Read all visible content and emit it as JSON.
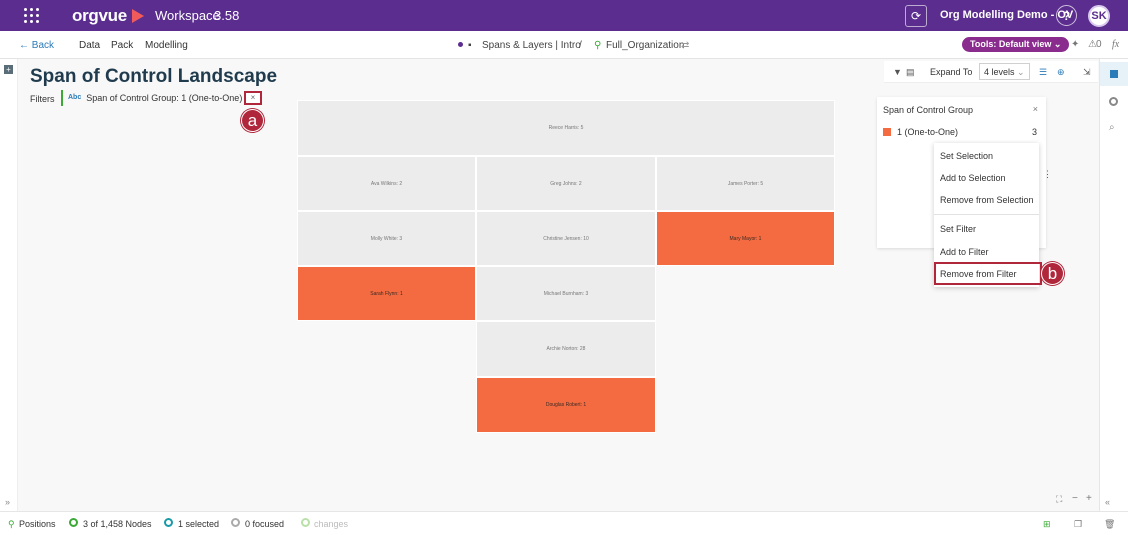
{
  "app": {
    "brand": "orgvue",
    "workspace_label": "Workspace",
    "version": "3.58",
    "model_name": "Org Modelling Demo - OV",
    "help": "?",
    "user_initials": "SK"
  },
  "nav": {
    "back": "Back",
    "items": [
      "Data",
      "Pack",
      "Modelling"
    ],
    "breadcrumb_view": "Spans & Layers | Intro",
    "breadcrumb_sep": "/",
    "breadcrumb_dataset": "Full_Organization",
    "tools_button": "Tools: Default view",
    "pin_count": "0",
    "fx": "fx"
  },
  "page": {
    "title": "Span of Control Landscape",
    "filters_label": "Filters",
    "filter_type": "Abc",
    "filter_chip": "Span of Control Group: 1 (One-to-One)",
    "chip_close": "×",
    "marker_a": "a",
    "marker_b": "b"
  },
  "tiles": [
    "Reece Harris: 5",
    "Ava Wilkins: 2",
    "Greg Johns: 2",
    "James Porter: 5",
    "Molly White: 3",
    "Christine Jensen: 10",
    "Mary Mayor: 1",
    "Sarah Flynn: 1",
    "Michael Burnham: 3",
    "Archie Norton: 28",
    "Douglas Robert: 1"
  ],
  "view_toolbar": {
    "expand_to": "Expand To",
    "levels": "4 levels"
  },
  "legend": {
    "title": "Span of Control Group",
    "close": "×",
    "item_label": "1 (One-to-One)",
    "item_count": "3",
    "swatch_color": "#f46b41"
  },
  "context_menu": [
    "Set Selection",
    "Add to Selection",
    "Remove from Selection",
    "Set Filter",
    "Add to Filter",
    "Remove from Filter"
  ],
  "status": {
    "positions": "Positions",
    "nodes": "3 of 1,458 Nodes",
    "selected": "1 selected",
    "focused": "0 focused",
    "changes": "changes"
  },
  "colors": {
    "brand_purple": "#5b2d8e",
    "highlight": "#f46b41",
    "annotation": "#b0273c"
  }
}
